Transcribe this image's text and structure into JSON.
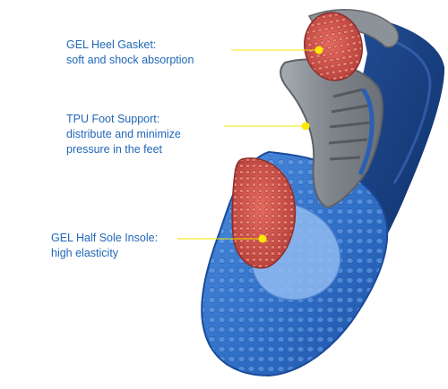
{
  "annotations": [
    {
      "id": "heel",
      "title": "GEL Heel Gasket:",
      "desc": [
        "soft and shock absorption"
      ]
    },
    {
      "id": "tpu",
      "title": "TPU Foot Support:",
      "desc": [
        "distribute and minimize",
        "pressure in the feet"
      ]
    },
    {
      "id": "gel",
      "title": "GEL Half Sole Insole:",
      "desc": [
        "high elasticity"
      ]
    }
  ],
  "colors": {
    "label_text": "#1f67b8",
    "leader_line": "#f2e600",
    "leader_dot": "#ffe800",
    "insole_blue": "#2f6fc6",
    "insole_navy": "#173c7a",
    "tpu_gray": "#8a8f96",
    "gel_red": "#d9584f"
  }
}
